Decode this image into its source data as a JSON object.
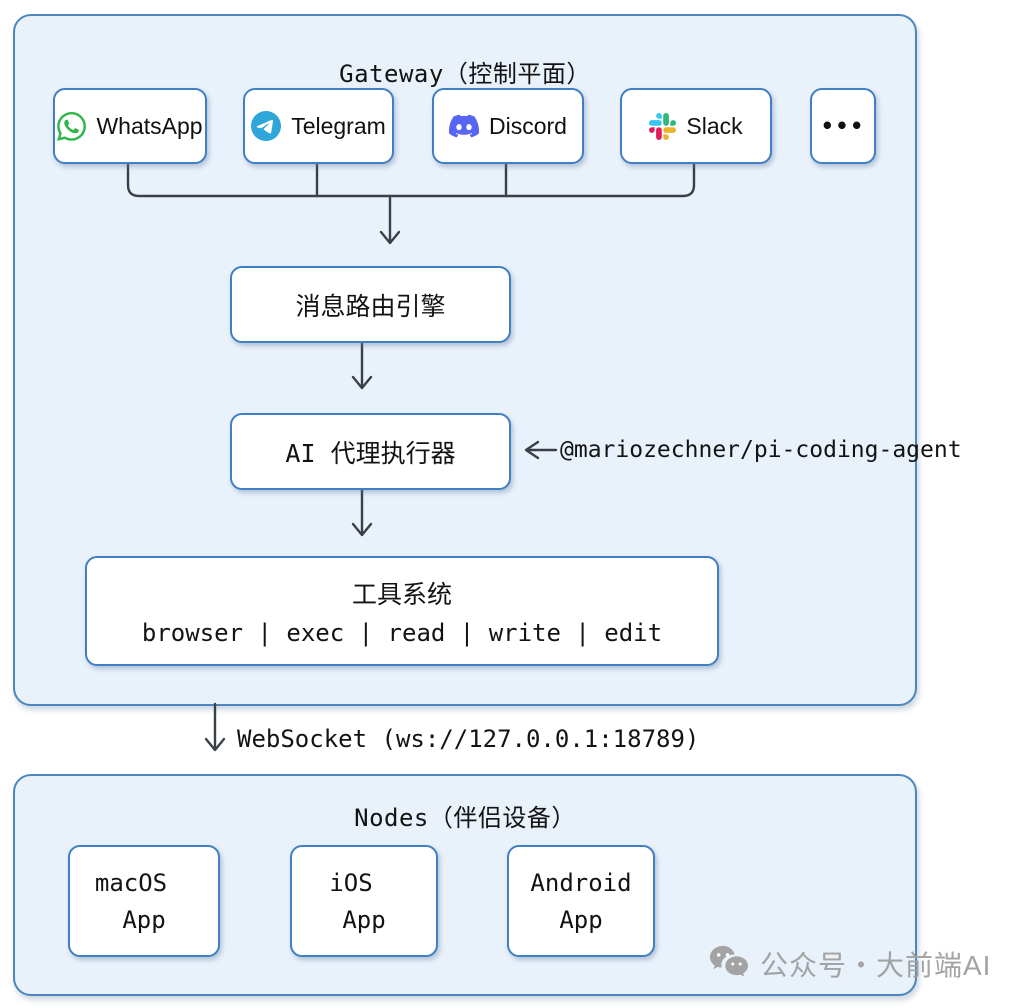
{
  "gateway": {
    "title": "Gateway（控制平面）",
    "platforms": [
      {
        "id": "whatsapp",
        "label": "WhatsApp",
        "icon": "whatsapp-icon",
        "brand_color": "#2eb648"
      },
      {
        "id": "telegram",
        "label": "Telegram",
        "icon": "telegram-icon",
        "brand_color": "#2ea6da"
      },
      {
        "id": "discord",
        "label": "Discord",
        "icon": "discord-icon",
        "brand_color": "#5865f2"
      },
      {
        "id": "slack",
        "label": "Slack",
        "icon": "slack-icon",
        "brand_colors": [
          "#36c5f0",
          "#2eb67d",
          "#ecb22e",
          "#e01e5a"
        ]
      }
    ],
    "more_box_label": "•••",
    "router_label": "消息路由引擎",
    "agent_label": "AI 代理执行器",
    "agent_annotation": "@mariozechner/pi-coding-agent",
    "tools_title": "工具系统",
    "tools_items": "browser | exec | read | write | edit"
  },
  "transport": {
    "label": "WebSocket (ws://127.0.0.1:18789)"
  },
  "nodes": {
    "title": "Nodes（伴侣设备）",
    "apps": [
      {
        "platform": "macOS",
        "suffix": "App"
      },
      {
        "platform": "iOS",
        "suffix": "App"
      },
      {
        "platform": "Android",
        "suffix": "App"
      }
    ]
  },
  "watermark": {
    "label": "公众号・大前端AI",
    "icon": "wechat-icon"
  },
  "colors": {
    "container_bg": "#e9f1fb",
    "container_border": "#4d86bd",
    "box_bg": "#ffffff",
    "box_border": "#3f7fc2",
    "connector": "#3a4047",
    "text": "#131313",
    "watermark_gray": "#a3a3a3"
  }
}
